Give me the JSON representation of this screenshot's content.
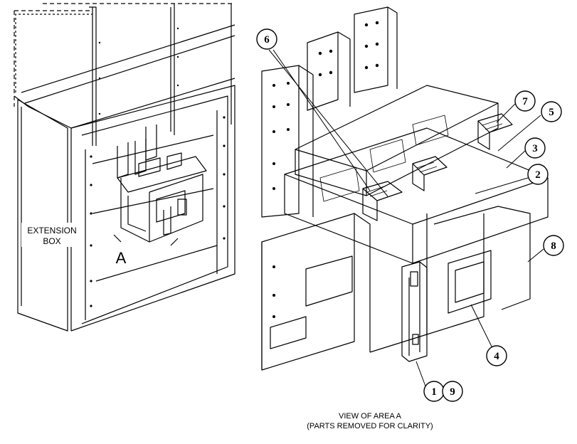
{
  "left_view": {
    "extension_label_line1": "EXTENSION",
    "extension_label_line2": "BOX",
    "area_letter": "A"
  },
  "right_view": {
    "callouts": [
      {
        "id": "callout-6",
        "text": "6"
      },
      {
        "id": "callout-7",
        "text": "7"
      },
      {
        "id": "callout-5",
        "text": "5"
      },
      {
        "id": "callout-3",
        "text": "3"
      },
      {
        "id": "callout-2",
        "text": "2"
      },
      {
        "id": "callout-8",
        "text": "8"
      },
      {
        "id": "callout-4",
        "text": "4"
      },
      {
        "id": "callout-1",
        "text": "1"
      },
      {
        "id": "callout-9",
        "text": "9"
      }
    ],
    "caption_line1": "VIEW OF AREA A",
    "caption_line2": "(PARTS REMOVED FOR CLARITY)"
  }
}
